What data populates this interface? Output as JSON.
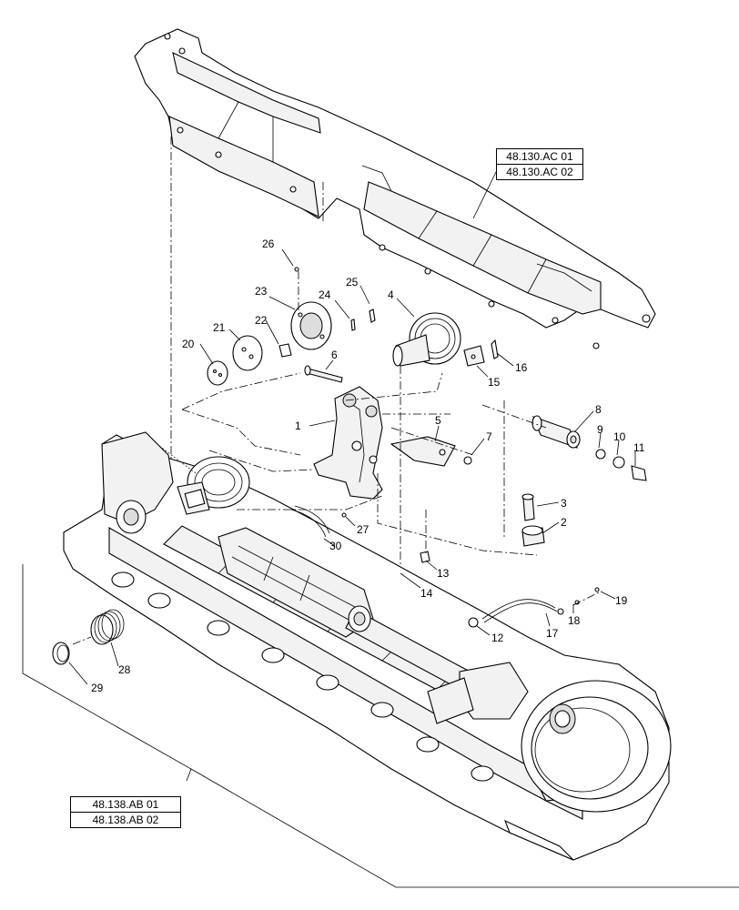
{
  "callouts": [
    {
      "num": "1"
    },
    {
      "num": "2"
    },
    {
      "num": "3"
    },
    {
      "num": "4"
    },
    {
      "num": "5"
    },
    {
      "num": "6"
    },
    {
      "num": "7"
    },
    {
      "num": "8"
    },
    {
      "num": "9"
    },
    {
      "num": "10"
    },
    {
      "num": "11"
    },
    {
      "num": "12"
    },
    {
      "num": "13"
    },
    {
      "num": "14"
    },
    {
      "num": "15"
    },
    {
      "num": "16"
    },
    {
      "num": "17"
    },
    {
      "num": "18"
    },
    {
      "num": "19"
    },
    {
      "num": "20"
    },
    {
      "num": "21"
    },
    {
      "num": "22"
    },
    {
      "num": "23"
    },
    {
      "num": "24"
    },
    {
      "num": "25"
    },
    {
      "num": "26"
    },
    {
      "num": "27"
    },
    {
      "num": "28"
    },
    {
      "num": "29"
    },
    {
      "num": "30"
    }
  ],
  "references": {
    "upper": [
      "48.130.AC 01",
      "48.130.AC 02"
    ],
    "lower": [
      "48.138.AB 01",
      "48.138.AB 02"
    ]
  }
}
